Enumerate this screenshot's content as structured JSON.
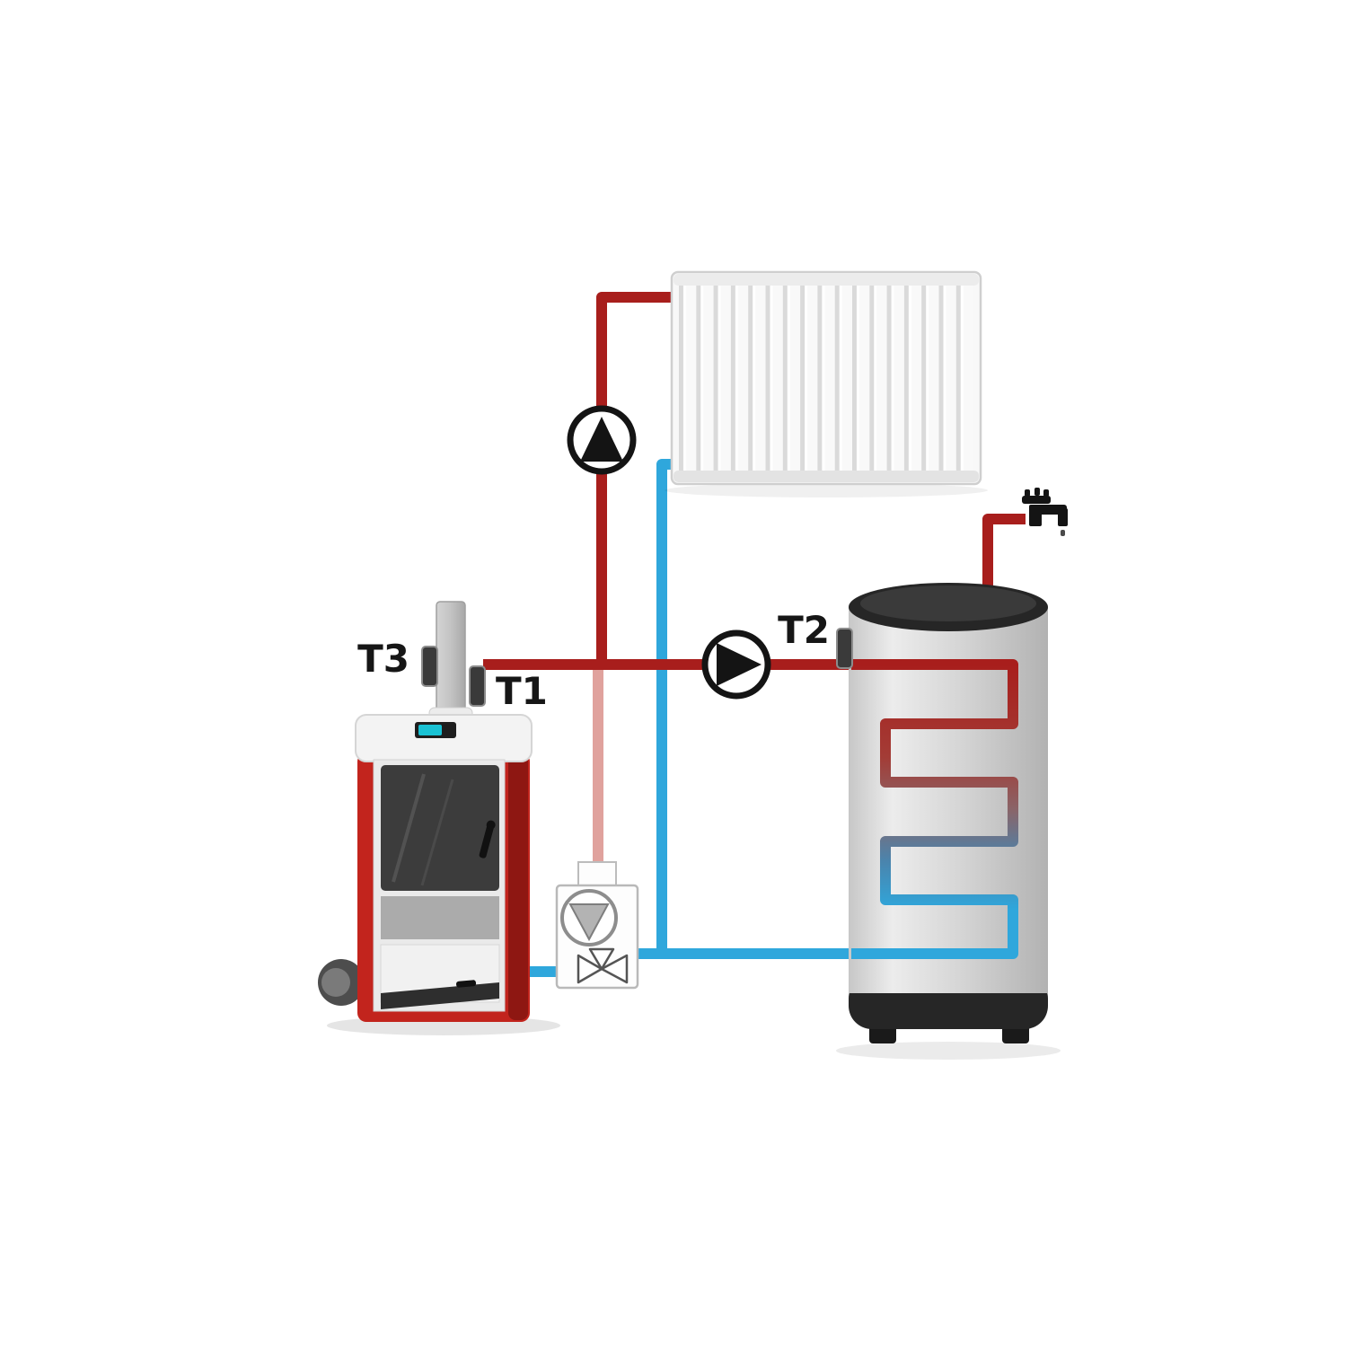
{
  "diagram": {
    "name": "solid-fuel-boiler-heating-schematic",
    "sensor_labels": {
      "t1": "T1",
      "t2": "T2",
      "t3": "T3"
    },
    "colors": {
      "hot_pipe": "#a81e1c",
      "cold_pipe": "#2fa7dc",
      "faded_hot_pipe": "#e0a29d",
      "boiler_red": "#c2241d",
      "boiler_red_shade": "#8e1712",
      "tank_dark": "#262626",
      "pump_ring": "#141414",
      "display_screen": "#19c2d4"
    },
    "components": {
      "radiator": "panel-radiator",
      "boiler": "solid-fuel-boiler",
      "storage_tank": "hot-water-storage-tank-with-coil",
      "radiator_pump": "circulation-pump-up",
      "tank_pump": "circulation-pump-right",
      "mixing_unit": "return-mixing-valve-with-pump",
      "faucet": "hot-water-tap"
    }
  }
}
